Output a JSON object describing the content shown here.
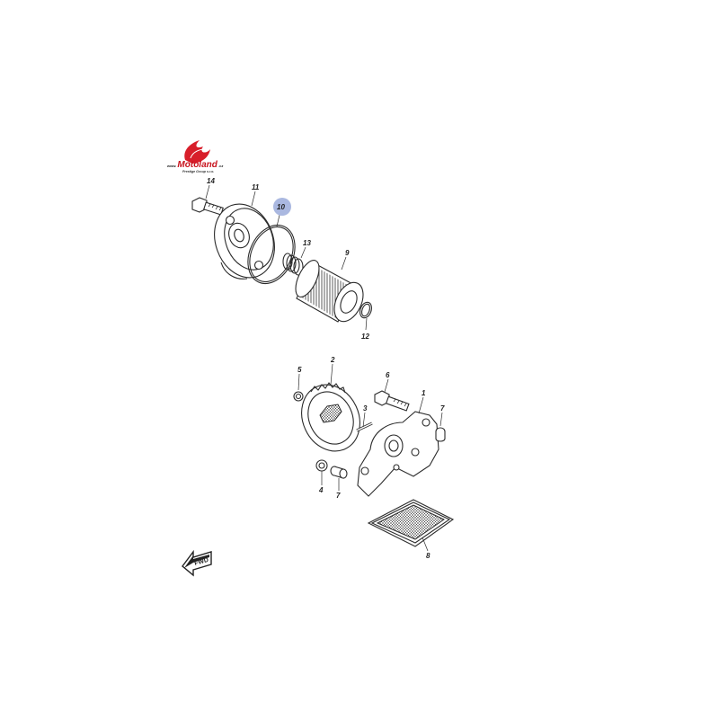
{
  "logo": {
    "www": "www.",
    "name": "Motoland",
    "tld": ".cz",
    "tagline": "Prestige Group s.r.o.",
    "flame_color": "#d81e2a"
  },
  "highlight_color": "#aab8e0",
  "fwd_label": "FWD",
  "callouts": [
    {
      "id": "c14",
      "text": "14"
    },
    {
      "id": "c11",
      "text": "11"
    },
    {
      "id": "c10",
      "text": "10",
      "highlighted": true
    },
    {
      "id": "c13",
      "text": "13"
    },
    {
      "id": "c9",
      "text": "9"
    },
    {
      "id": "c12",
      "text": "12"
    },
    {
      "id": "c5",
      "text": "5"
    },
    {
      "id": "c2",
      "text": "2"
    },
    {
      "id": "c6",
      "text": "6"
    },
    {
      "id": "c1",
      "text": "1"
    },
    {
      "id": "c3",
      "text": "3"
    },
    {
      "id": "c7a",
      "text": "7"
    },
    {
      "id": "c4",
      "text": "4"
    },
    {
      "id": "c7b",
      "text": "7"
    },
    {
      "id": "c8",
      "text": "8"
    }
  ]
}
